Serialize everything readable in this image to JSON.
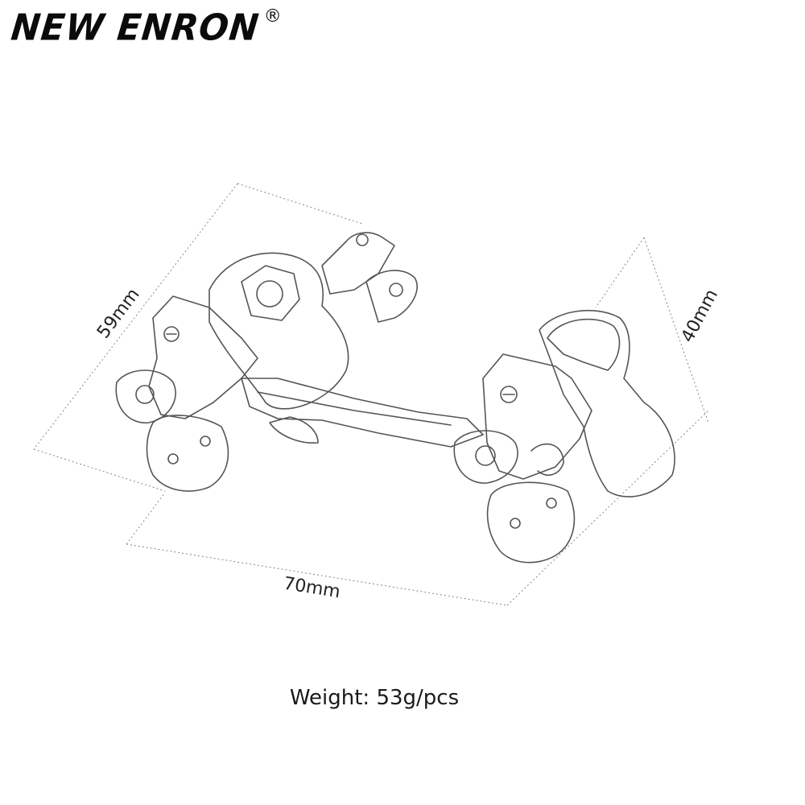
{
  "brand": {
    "name": "NEW ENRON",
    "registered_mark": "®"
  },
  "dimensions": {
    "height": "59mm",
    "length": "70mm",
    "depth": "40mm"
  },
  "weight_text": "Weight: 53g/pcs",
  "colors": {
    "background": "#ffffff",
    "text": "#111111",
    "line_art": "#666666"
  }
}
